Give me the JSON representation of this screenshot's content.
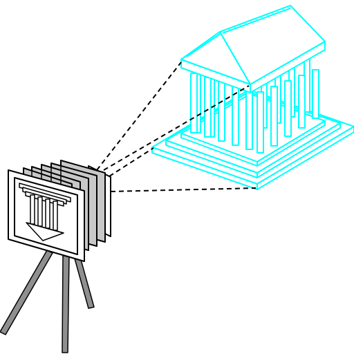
{
  "scene": {
    "subject": "temple",
    "device": "view-camera",
    "projection_lines": 4
  },
  "colors": {
    "background": "#ffffff",
    "temple_stroke": "#00ffff",
    "temple_fill": "#ffffff",
    "camera_stroke": "#000000",
    "camera_fill": "#ffffff",
    "bellows_fill": "#c8c8c8",
    "tripod_fill": "#8f8f8f",
    "projection_line": "#000000"
  },
  "icons": {
    "subject": "temple-icon",
    "device": "camera-icon",
    "support": "tripod-icon"
  }
}
